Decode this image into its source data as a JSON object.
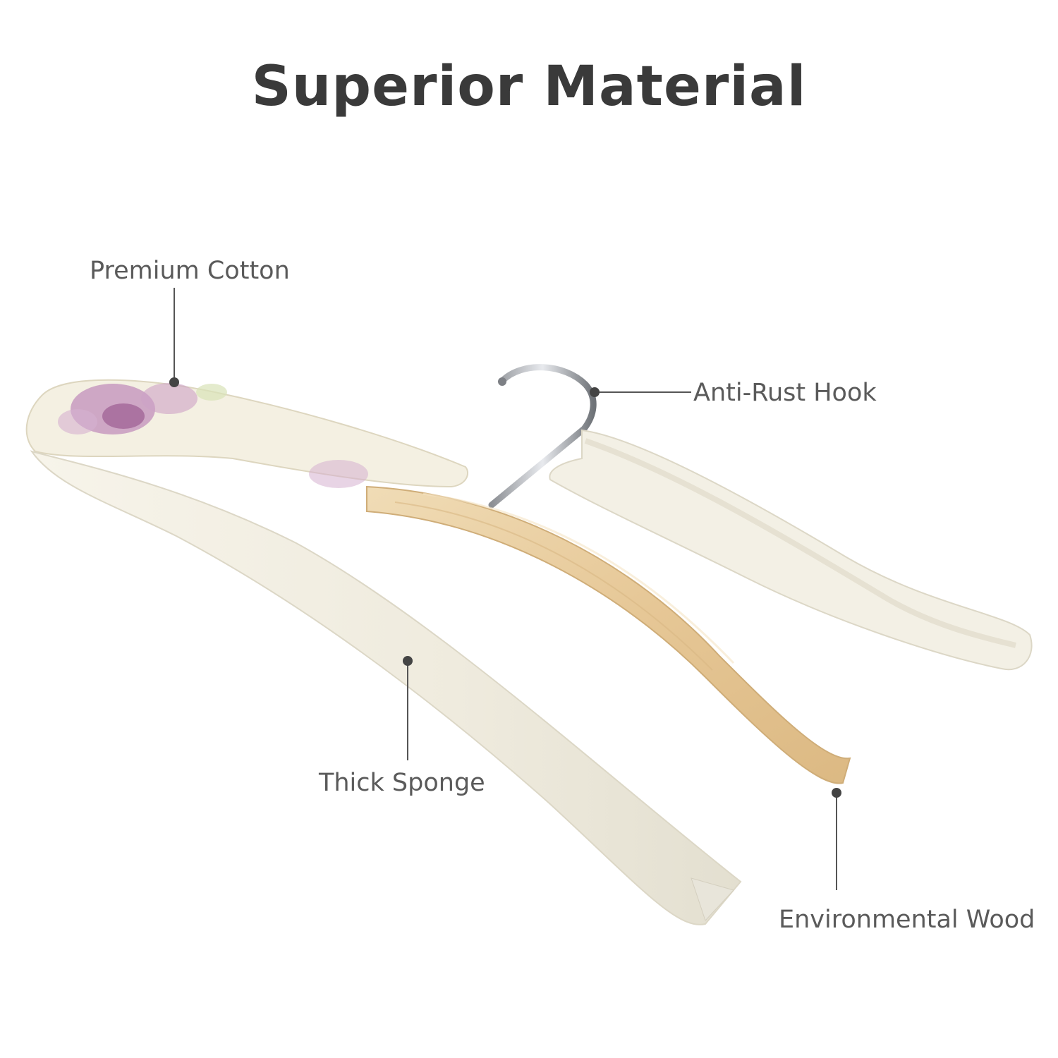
{
  "title": "Superior Material",
  "callouts": {
    "cotton": "Premium Cotton",
    "hook": "Anti-Rust Hook",
    "sponge": "Thick Sponge",
    "wood": "Environmental Wood"
  },
  "colors": {
    "title": "#3a3a3a",
    "label": "#5a5a5a",
    "leader": "#555555",
    "cream": "#f3efe2",
    "wood": "#e8cfa3",
    "floral": "#b07aa8"
  }
}
